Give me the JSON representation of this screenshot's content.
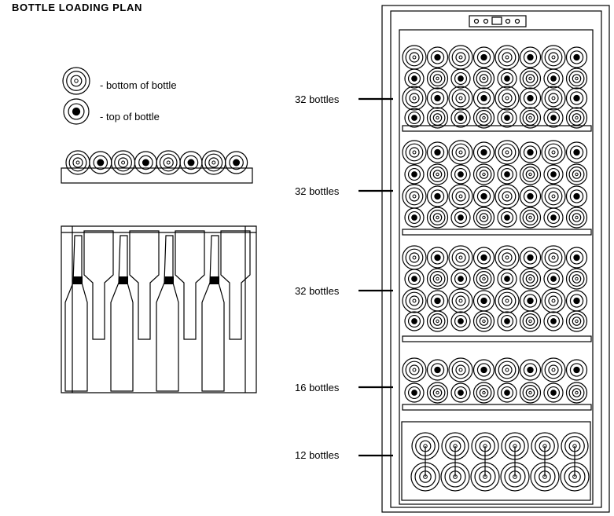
{
  "title": "BOTTLE LOADING PLAN",
  "legend": {
    "bottom_label": "- bottom of bottle",
    "top_label": "- top of bottle"
  },
  "shelves": [
    {
      "label": "32 bottles"
    },
    {
      "label": "32 bottles"
    },
    {
      "label": "32 bottles"
    },
    {
      "label": "16 bottles"
    },
    {
      "label": "12 bottles"
    }
  ]
}
